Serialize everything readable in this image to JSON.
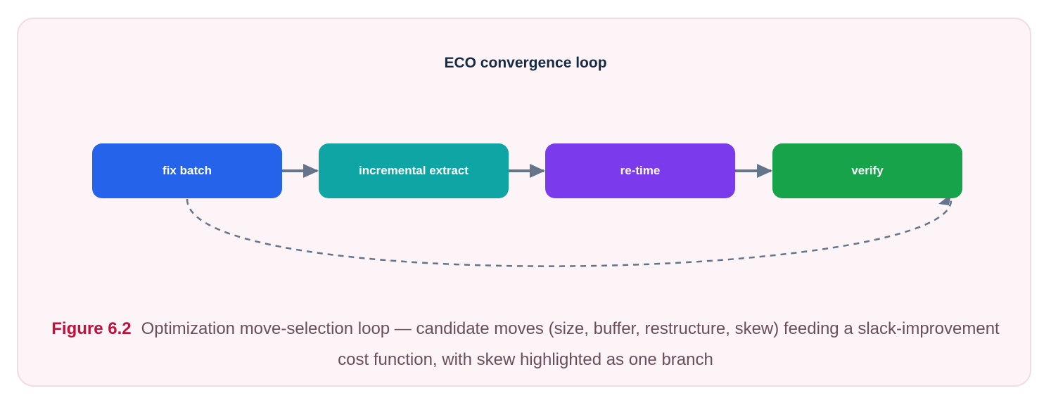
{
  "diagram": {
    "title": "ECO convergence loop",
    "nodes": [
      {
        "id": "fix-batch",
        "label": "fix batch",
        "color": "#2563eb"
      },
      {
        "id": "incremental-extract",
        "label": "incremental extract",
        "color": "#0ea5a4"
      },
      {
        "id": "re-time",
        "label": "re-time",
        "color": "#7c3aed"
      },
      {
        "id": "verify",
        "label": "verify",
        "color": "#16a34a"
      }
    ],
    "edges": [
      {
        "from": "fix-batch",
        "to": "incremental-extract",
        "style": "solid"
      },
      {
        "from": "incremental-extract",
        "to": "re-time",
        "style": "solid"
      },
      {
        "from": "re-time",
        "to": "verify",
        "style": "solid"
      },
      {
        "from": "fix-batch",
        "to": "verify",
        "style": "dashed"
      }
    ],
    "edge_color": "#64748b"
  },
  "caption": {
    "label": "Figure 6.2",
    "text": "Optimization move-selection loop — candidate moves (size, buffer, restructure, skew) feeding a slack-improvement cost function, with skew highlighted as one branch"
  }
}
